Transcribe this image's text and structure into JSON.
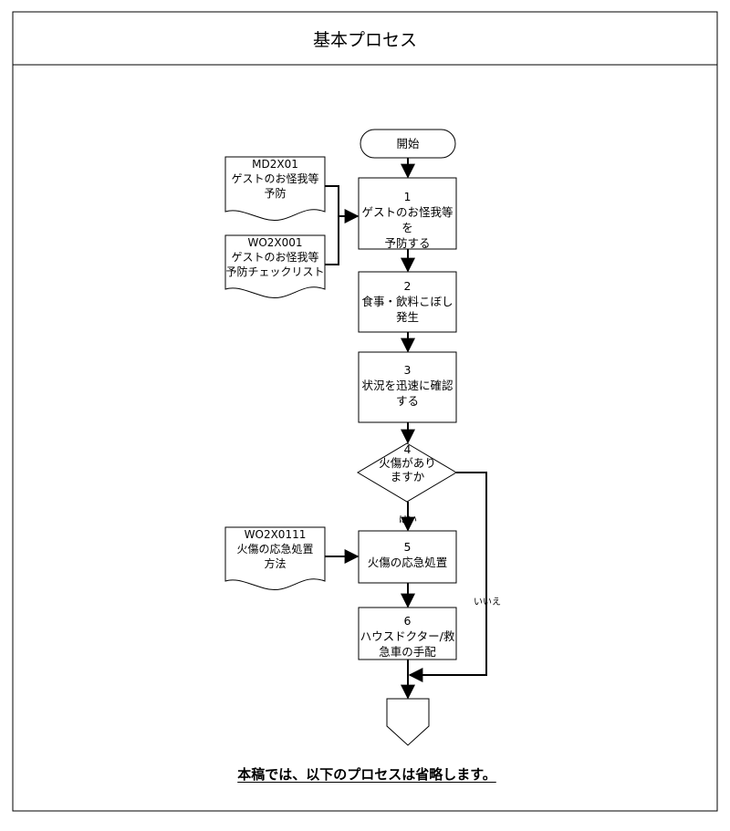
{
  "header": {
    "title": "基本プロセス"
  },
  "flow": {
    "start": "開始",
    "steps": [
      {
        "num": "1",
        "line1": "ゲストのお怪我等を",
        "line2": "予防する"
      },
      {
        "num": "2",
        "line1": "食事・飲料こぼし",
        "line2": "発生"
      },
      {
        "num": "3",
        "line1": "状況を迅速に確認",
        "line2": "する"
      },
      {
        "num": "5",
        "line1": "火傷の応急処置",
        "line2": ""
      },
      {
        "num": "6",
        "line1": "ハウスドクター/救",
        "line2": "急車の手配"
      }
    ],
    "decision": {
      "num": "4",
      "line1": "火傷があり",
      "line2": "ますか"
    },
    "yes_label": "はい",
    "no_label": "いいえ"
  },
  "documents": [
    {
      "code": "MD2X01",
      "line1": "ゲストのお怪我等",
      "line2": "予防"
    },
    {
      "code": "WO2X001",
      "line1": "ゲストのお怪我等",
      "line2": "予防チェックリスト"
    },
    {
      "code": "WO2X0111",
      "line1": "火傷の応急処置",
      "line2": "方法"
    }
  ],
  "footer": {
    "note": "本稿では、以下のプロセスは省略します。"
  }
}
